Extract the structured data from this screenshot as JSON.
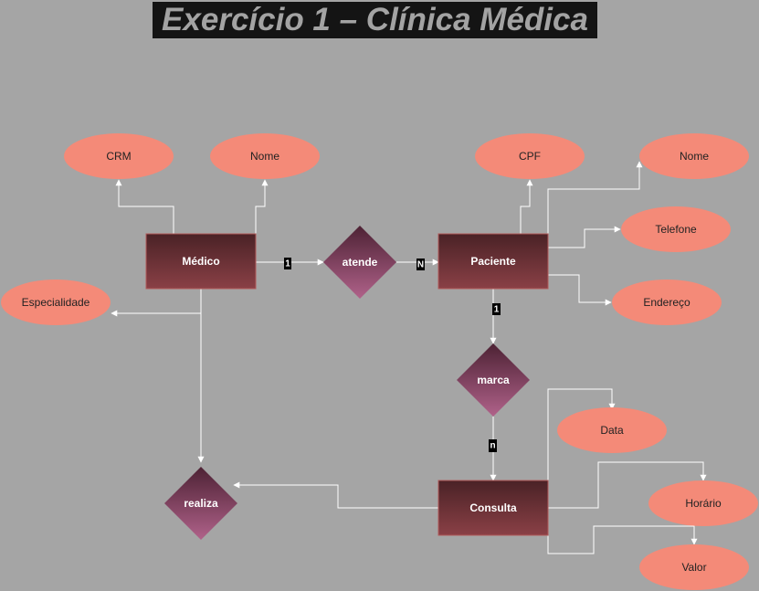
{
  "title": "Exercício 1 – Clínica Médica",
  "entities": {
    "medico": "Médico",
    "paciente": "Paciente",
    "consulta": "Consulta"
  },
  "relationships": {
    "atende": "atende",
    "marca": "marca",
    "realiza": "realiza"
  },
  "attributes": {
    "crm": "CRM",
    "medico_nome": "Nome",
    "especialidade": "Especialidade",
    "cpf": "CPF",
    "paciente_nome": "Nome",
    "telefone": "Telefone",
    "endereco": "Endereço",
    "data": "Data",
    "horario": "Horário",
    "valor": "Valor"
  },
  "cardinalities": {
    "medico_atende": "1",
    "atende_paciente": "N",
    "paciente_marca": "1",
    "marca_consulta": "n"
  },
  "colors": {
    "background": "#a5a5a5",
    "entity_top": "#4a2226",
    "entity_bottom": "#8a4046",
    "relationship_top": "#4d2234",
    "relationship_bottom": "#b0628a",
    "attribute_fill": "#f48a78",
    "connector": "#ffffff"
  }
}
